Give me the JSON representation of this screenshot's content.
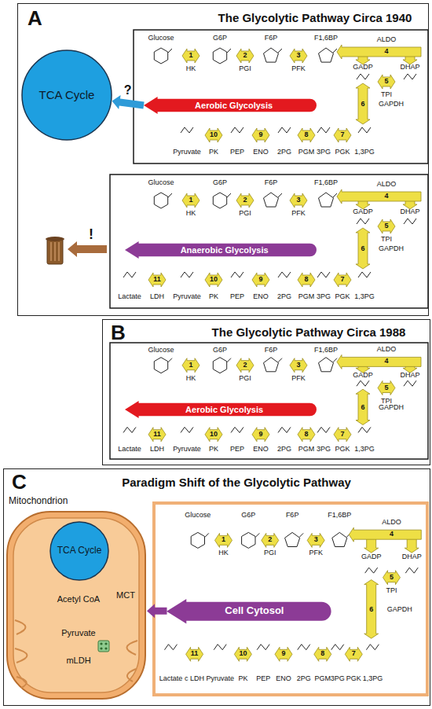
{
  "diagram": {
    "nodes": [
      {
        "text": [
          "A",
          "The Glycolytic Pathway Circa 1940"
        ]
      },
      {
        "text": [
          "TCA Cycle"
        ],
        "in": 0
      },
      {
        "text": [
          "Aerobic Glycolysis"
        ],
        "in": 0
      },
      {
        "text": [
          "Anaerobic Glycolysis"
        ],
        "in": 0
      },
      {
        "text": [
          "B",
          "The Glycolytic Pathway Circa 1988"
        ]
      },
      {
        "text": [
          "Aerobic Glycolysis"
        ],
        "in": 4
      },
      {
        "text": [
          "C",
          "Paradigm Shift of the Glycolytic Pathway"
        ]
      },
      {
        "text": [
          "Mitochondrion"
        ],
        "in": 6
      },
      {
        "text": [
          "TCA Cycle"
        ],
        "in": 7
      },
      {
        "text": [
          "Cell Cytosol"
        ],
        "in": 6
      }
    ],
    "edges": [
      {
        "from": 2,
        "to": 1,
        "label": "?",
        "arrow": "to"
      },
      {
        "from": 9,
        "to": 7,
        "arrow": "to"
      }
    ],
    "labels": [
      "Glucose",
      "1",
      "HK",
      "G6P",
      "2",
      "PGI",
      "F6P",
      "3",
      "PFK",
      "F1,6BP",
      "ALDO",
      "4",
      "GADP",
      "DHAP",
      "5",
      "TPI",
      "6",
      "GAPDH",
      "Pyruvate",
      "10",
      "PK",
      "PEP",
      "9",
      "ENO",
      "2PG",
      "8",
      "PGM",
      "3PG",
      "7",
      "PGK",
      "1,3PG",
      "Glucose",
      "1",
      "HK",
      "G6P",
      "2",
      "PGI",
      "F6P",
      "3",
      "PFK",
      "F1,6BP",
      "ALDO",
      "4",
      "GADP",
      "DHAP",
      "5",
      "TPI",
      "6",
      "GAPDH",
      "Lactate",
      "11",
      "LDH",
      "Pyruvate",
      "10",
      "PK",
      "PEP",
      "9",
      "ENO",
      "2PG",
      "8",
      "PGM",
      "3PG",
      "7",
      "PGK",
      "1,3PG",
      "!",
      "Glucose",
      "1",
      "HK",
      "G6P",
      "2",
      "PGI",
      "F6P",
      "3",
      "PFK",
      "F1,6BP",
      "ALDO",
      "4",
      "GADP",
      "DHAP",
      "5",
      "TPI",
      "6",
      "GAPDH",
      "Lactate",
      "11",
      "LDH",
      "Pyruvate",
      "10",
      "PK",
      "PEP",
      "9",
      "ENO",
      "2PG",
      "8",
      "PGM",
      "3PG",
      "7",
      "PGK",
      "1,3PG",
      "Acetyl CoA",
      "Pyruvate",
      "MCT",
      "mLDH",
      "Glucose",
      "1",
      "HK",
      "G6P",
      "2",
      "PGI",
      "F6P",
      "3",
      "PFK",
      "F1,6BP",
      "ALDO",
      "4",
      "GADP",
      "DHAP",
      "5",
      "TPI",
      "6",
      "GAPDH",
      "Lactate",
      "11",
      "c LDH",
      "Pyruvate",
      "10",
      "PK",
      "PEP",
      "9",
      "ENO",
      "2PG",
      "8",
      "PGM",
      "3PG",
      "7",
      "PGK",
      "1,3PG"
    ]
  }
}
